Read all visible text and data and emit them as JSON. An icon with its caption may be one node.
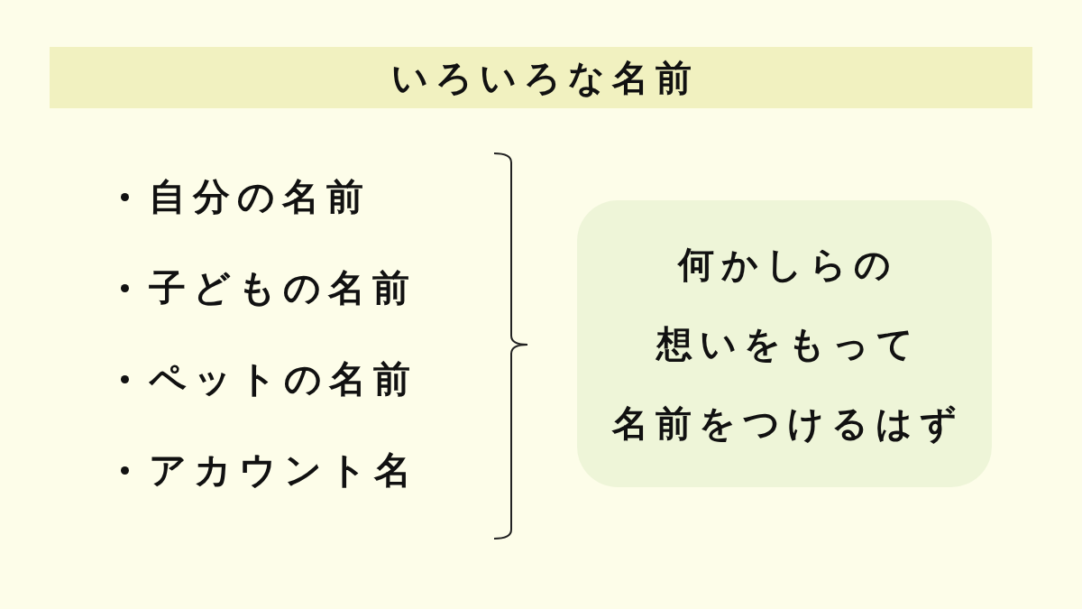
{
  "diagram": {
    "title": "いろいろな名前",
    "nodes": [
      {
        "text": [
          "何かしらの想いをもって名前をつけるはず"
        ]
      }
    ],
    "labels": [
      "自分の名前",
      "子どもの名前",
      "ペットの名前",
      "アカウント名"
    ]
  }
}
